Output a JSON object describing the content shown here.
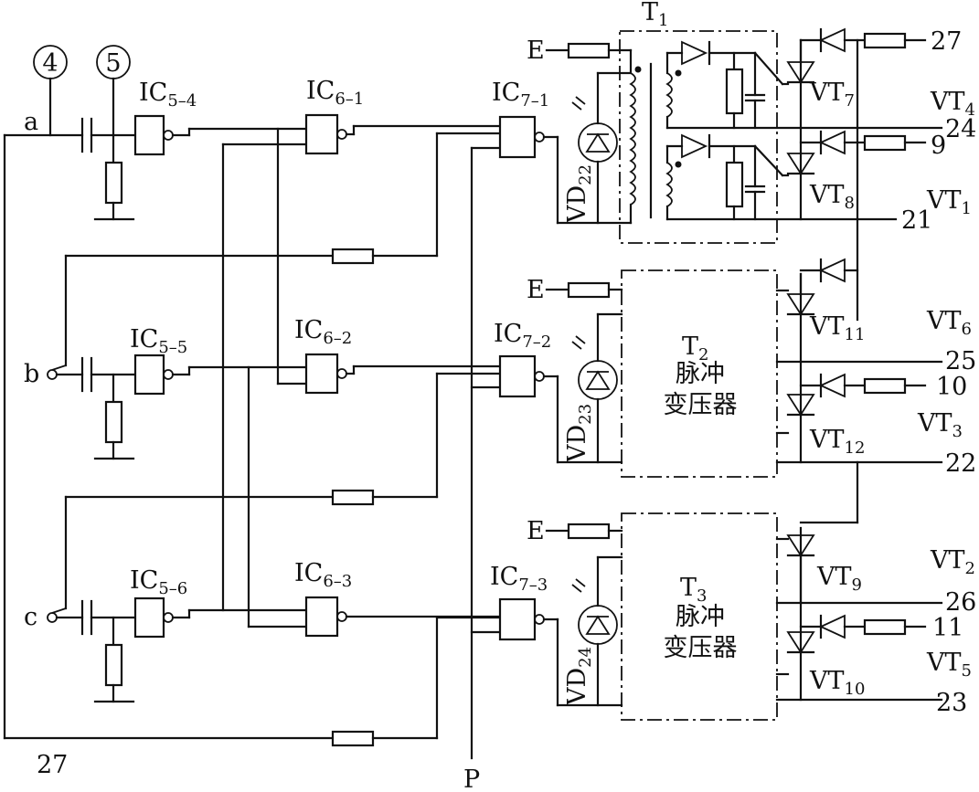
{
  "figure": {
    "inputs": {
      "a": "a",
      "b": "b",
      "c": "c"
    },
    "markers": {
      "m4": "4",
      "m5": "5"
    },
    "gates": {
      "ic54": {
        "base": "IC",
        "sub": "5–4"
      },
      "ic55": {
        "base": "IC",
        "sub": "5–5"
      },
      "ic56": {
        "base": "IC",
        "sub": "5–6"
      },
      "ic61": {
        "base": "IC",
        "sub": "6–1"
      },
      "ic62": {
        "base": "IC",
        "sub": "6–2"
      },
      "ic63": {
        "base": "IC",
        "sub": "6–3"
      },
      "ic71": {
        "base": "IC",
        "sub": "7–1"
      },
      "ic72": {
        "base": "IC",
        "sub": "7–2"
      },
      "ic73": {
        "base": "IC",
        "sub": "7–3"
      }
    },
    "leds": {
      "vd22": {
        "base": "VD",
        "sub": "22"
      },
      "vd23": {
        "base": "VD",
        "sub": "23"
      },
      "vd24": {
        "base": "VD",
        "sub": "24"
      }
    },
    "transformers": {
      "t1": {
        "base": "T",
        "sub": "1"
      },
      "t2": {
        "base": "T",
        "sub": "2",
        "line1": "脉冲",
        "line2": "变压器"
      },
      "t3": {
        "base": "T",
        "sub": "3",
        "line1": "脉冲",
        "line2": "变压器"
      }
    },
    "supply": {
      "e": "E",
      "p": "P",
      "bottom": "27"
    },
    "thyristors": {
      "vt7": {
        "base": "VT",
        "sub": "7"
      },
      "vt8": {
        "base": "VT",
        "sub": "8"
      },
      "vt9": {
        "base": "VT",
        "sub": "9"
      },
      "vt10": {
        "base": "VT",
        "sub": "10"
      },
      "vt11": {
        "base": "VT",
        "sub": "11"
      },
      "vt12": {
        "base": "VT",
        "sub": "12"
      }
    },
    "outputs": {
      "vt4": {
        "base": "VT",
        "sub": "4"
      },
      "vt1": {
        "base": "VT",
        "sub": "1"
      },
      "vt6": {
        "base": "VT",
        "sub": "6"
      },
      "vt3": {
        "base": "VT",
        "sub": "3"
      },
      "vt2": {
        "base": "VT",
        "sub": "2"
      },
      "vt5": {
        "base": "VT",
        "sub": "5"
      }
    },
    "terminals": {
      "t27": "27",
      "t24": "24",
      "t9": "9",
      "t21": "21",
      "t25": "25",
      "t10": "10",
      "t22": "22",
      "t26": "26",
      "t11": "11",
      "t23": "23"
    }
  }
}
